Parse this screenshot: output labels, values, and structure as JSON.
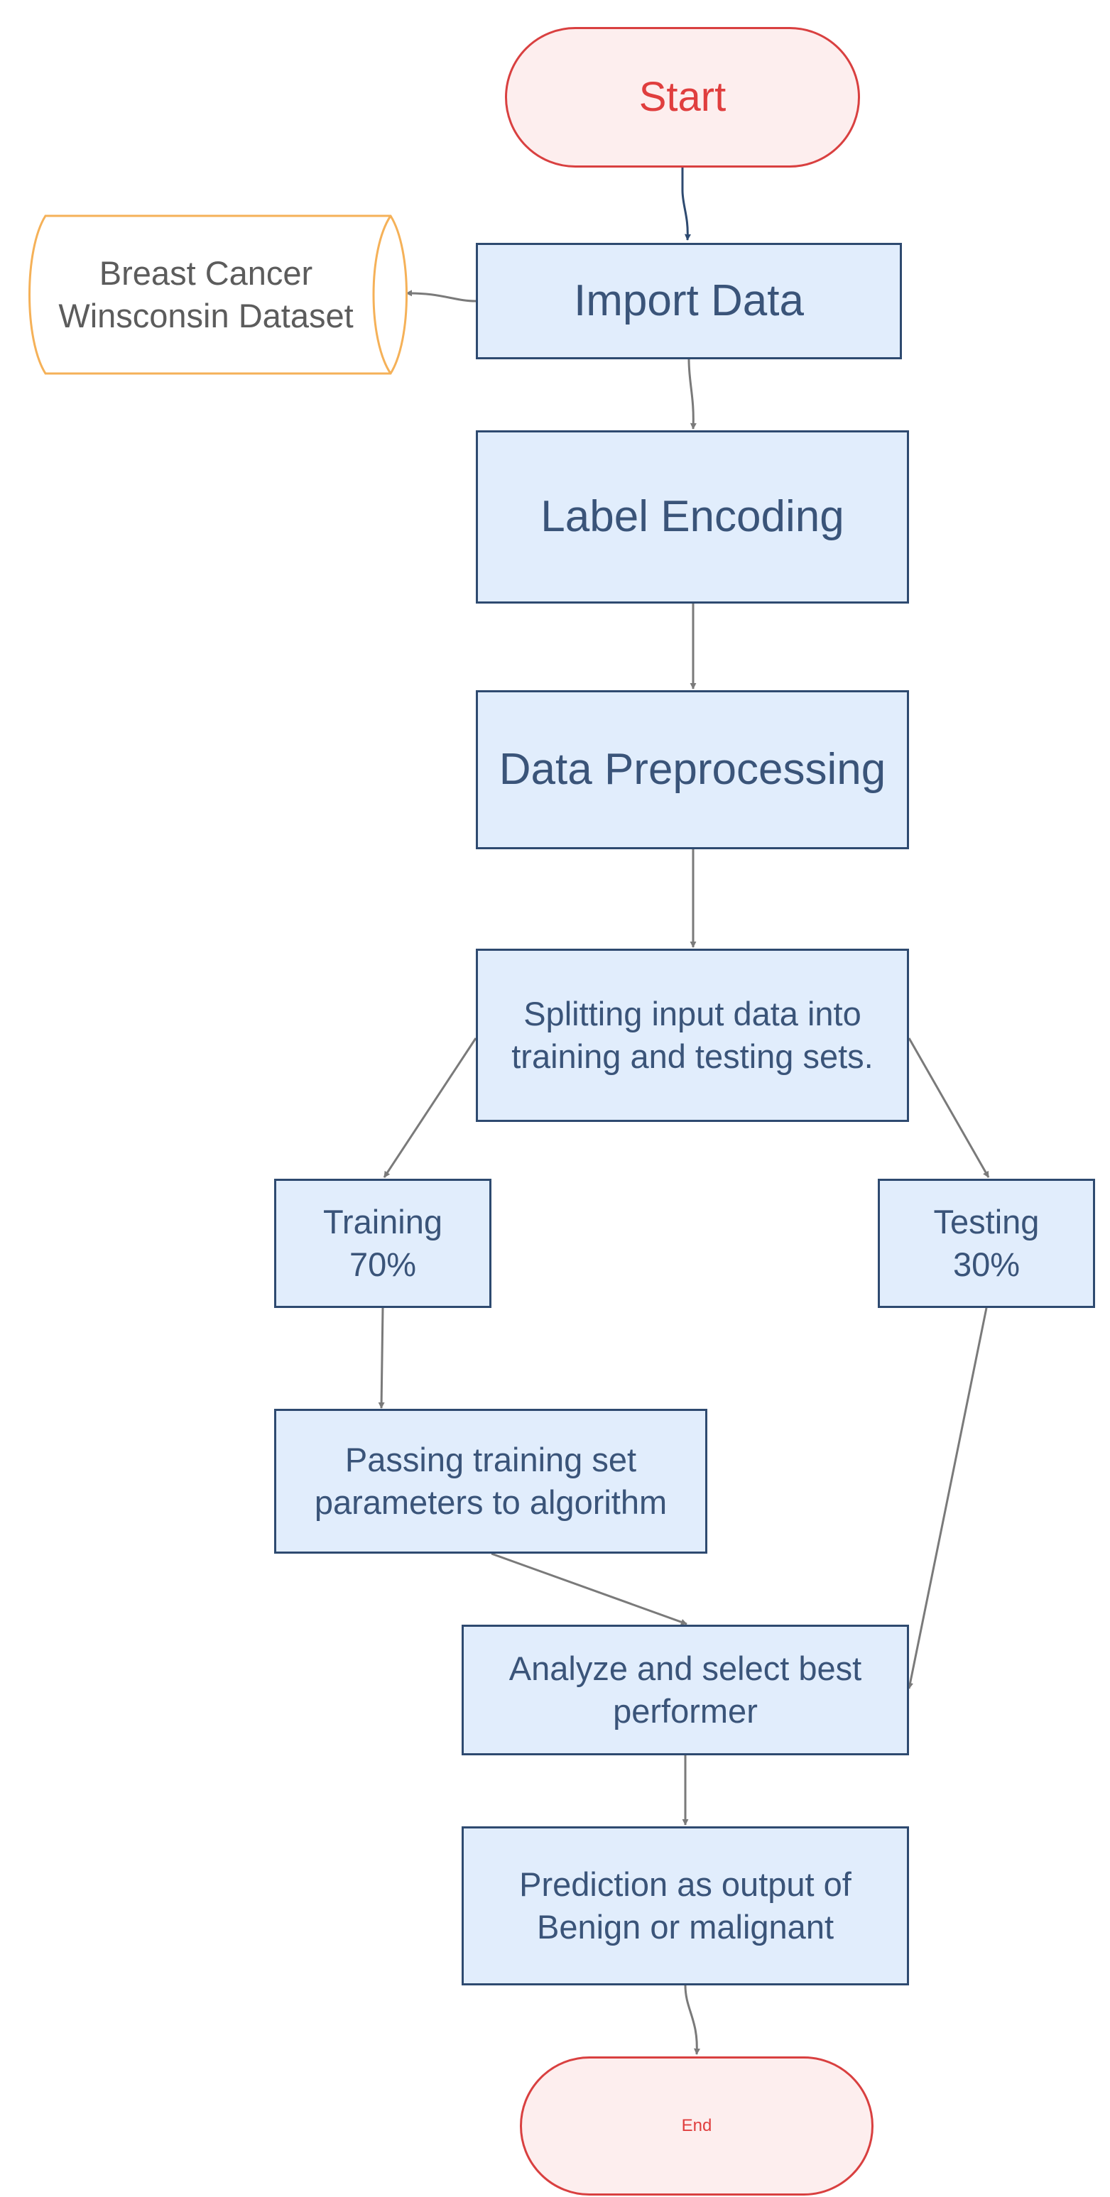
{
  "colors": {
    "process_fill": "#e1edfc",
    "process_border": "#2e4a70",
    "process_text": "#3a5479",
    "terminal_fill": "#fdeeee",
    "terminal_border": "#d94040",
    "terminal_text": "#e03e3e",
    "datastore_border": "#f5b158",
    "datastore_text": "#5c5c5c",
    "arrow": "#7a7a7a",
    "arrow_first": "#2e4a70"
  },
  "nodes": {
    "start": "Start",
    "import_data": "Import Data",
    "dataset": "Breast Cancer\nWinsconsin Dataset",
    "label_encoding": "Label Encoding",
    "data_preprocessing": "Data Preprocessing",
    "splitting": "Splitting input data into\ntraining and testing sets.",
    "training": "Training\n70%",
    "testing": "Testing\n30%",
    "passing": "Passing training set\nparameters to algorithm",
    "analyze": "Analyze and select best\nperformer",
    "prediction": "Prediction as output of\nBenign or malignant",
    "end": "End"
  }
}
